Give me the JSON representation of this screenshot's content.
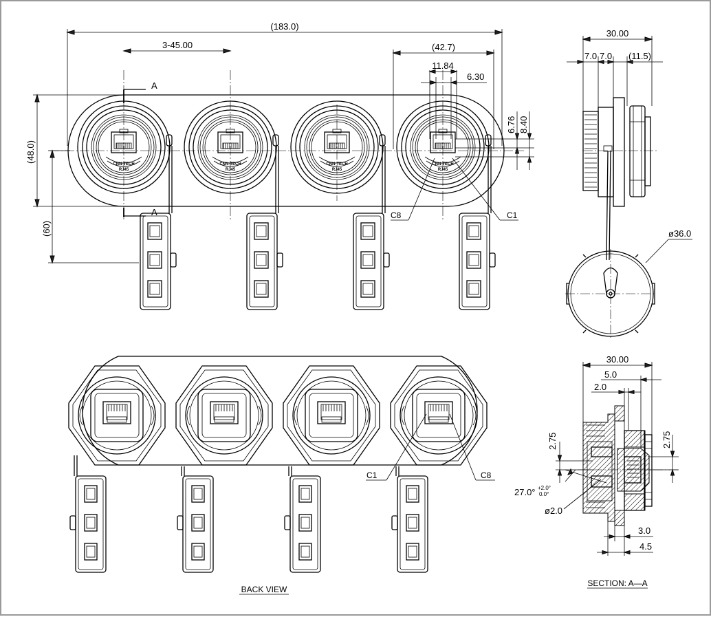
{
  "views": {
    "back_view_label": "BACK VIEW",
    "section_label": "SECTION: A—A"
  },
  "front": {
    "overall_length": "(183.0)",
    "pitch": "3-45.00",
    "module_width": "(42.7)",
    "jack_width": "11.84",
    "jack_offset": "6.30",
    "dim_676": "6.76",
    "dim_840": "8.40",
    "height": "(48.0)",
    "cap_drop": "(60)",
    "section_mark_top": "A",
    "section_mark_bottom": "A",
    "pin_c8": "C8",
    "pin_c1": "C1",
    "brand": "CNN-TECH",
    "jack_type": "RJ45"
  },
  "side": {
    "depth": "30.00",
    "d1": "7.0",
    "d2": "7.0",
    "d3": "(11.5)",
    "cap_diameter": "ø36.0"
  },
  "back": {
    "pin_c1": "C1",
    "pin_c8": "C8"
  },
  "section": {
    "depth": "30.00",
    "d_50": "5.0",
    "d_20": "2.0",
    "d_275_left": "2.75",
    "d_275_right": "2.75",
    "angle": "27.0°",
    "tol_plus": "+2.0°",
    "tol_minus": "0.0°",
    "hole": "ø2.0",
    "d_30": "3.0",
    "d_45": "4.5"
  }
}
